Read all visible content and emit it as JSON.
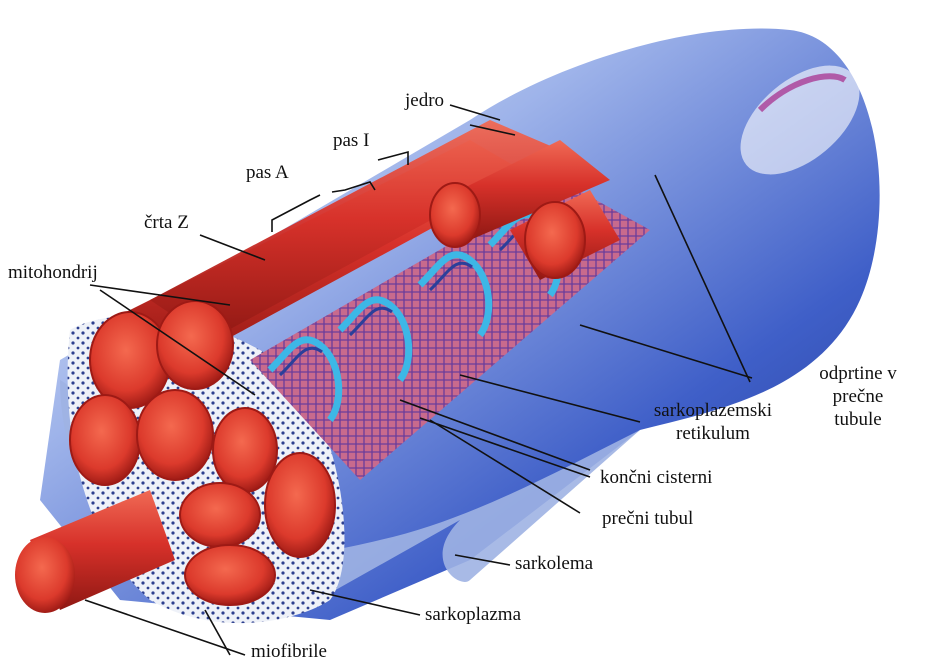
{
  "labels": {
    "jedro": "jedro",
    "pas_i": "pas I",
    "pas_a": "pas A",
    "crta_z": "črta Z",
    "mitohondrij": "mitohondrij",
    "odprtine": [
      "odprtine v",
      "prečne",
      "tubule"
    ],
    "sarkoplazemski": [
      "sarkoplazemski",
      "retikulum"
    ],
    "koncni_cisterni": "končni cisterni",
    "precni_tubul": "prečni tubul",
    "sarkolema": "sarkolema",
    "sarkoplazma": "sarkoplazma",
    "miofibrile": "miofibrile"
  },
  "colors": {
    "sarcolemma_blue": "#3f5fc8",
    "sarcolemma_light": "#c9d6f2",
    "myofibril_red": "#d7312a",
    "myofibril_dark": "#9e1a15",
    "tubule_cyan": "#3db7e6",
    "retikulum_purple": "#7a4fb0"
  }
}
